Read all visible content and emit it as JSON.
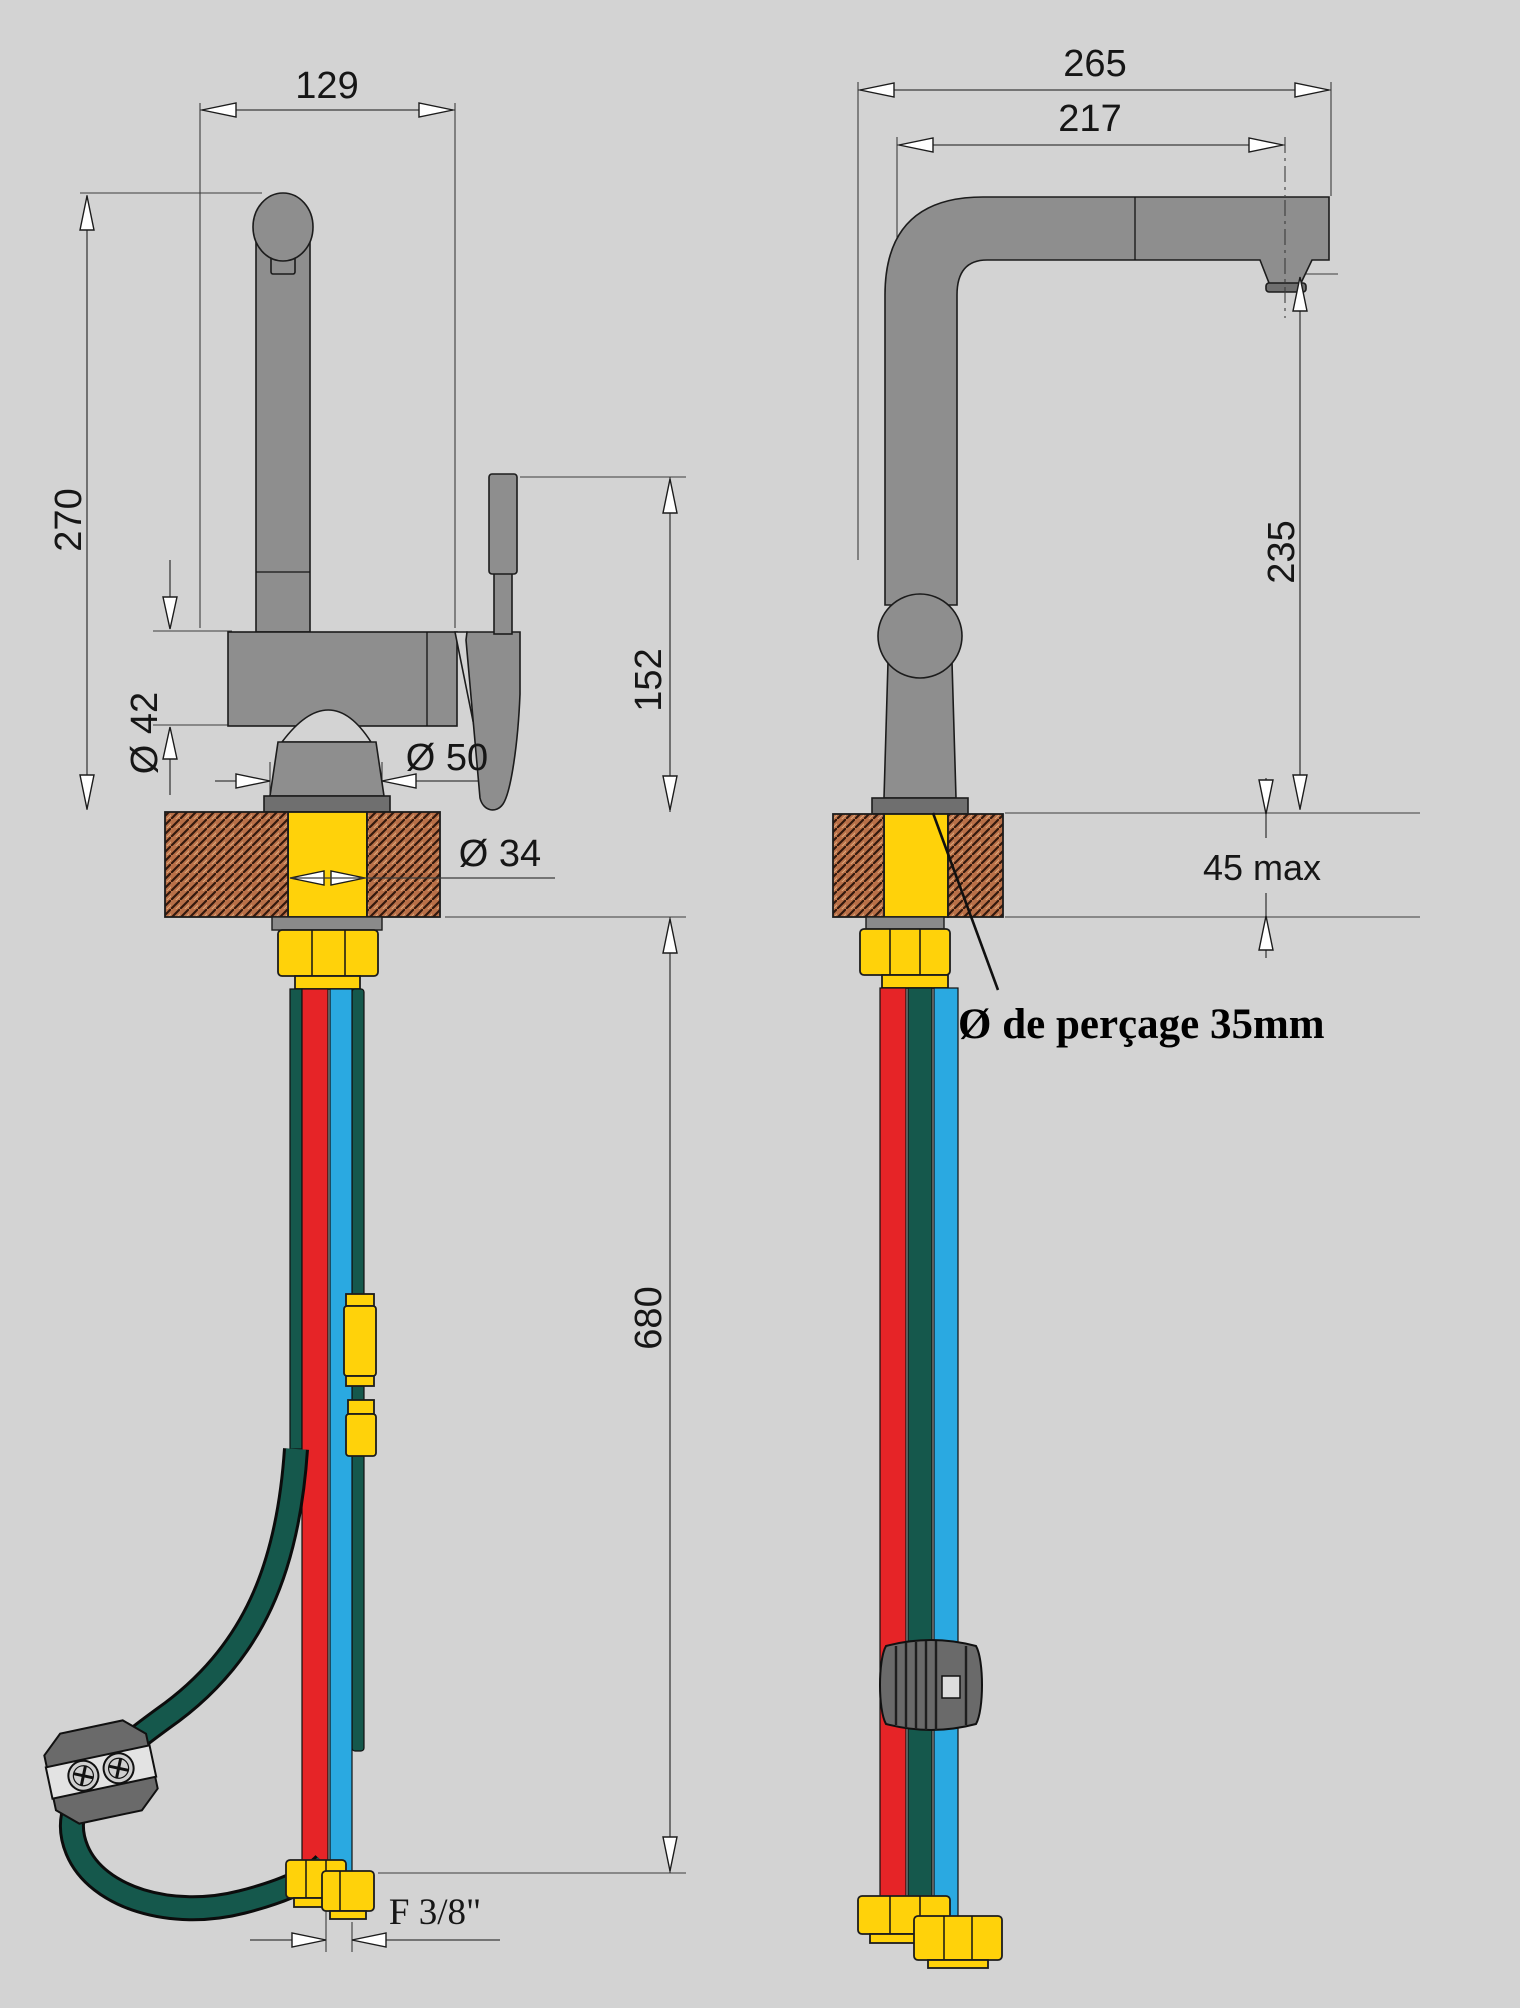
{
  "front_view": {
    "spout_width": "129",
    "spout_height": "270",
    "body_diameter": "Ø 42",
    "base_diameter": "Ø 50",
    "shank_diameter": "Ø 34",
    "handle_to_counter": "152",
    "hose_length": "680",
    "connection_thread": "F 3/8\""
  },
  "side_view": {
    "total_depth": "265",
    "spout_reach": "217",
    "spout_clearance": "235",
    "counter_thickness": "45 max",
    "drill_hole_note": "Ø de perçage 35mm"
  },
  "colors": {
    "background": "#d3d3d3",
    "outline": "#1c1c1c",
    "faucet_gray": "#8e8e8e",
    "flange_gray": "#6f6f6f",
    "washer_gray": "#8a8a8a",
    "counter_wood": "#b97048",
    "brass_yellow": "#ffd20a",
    "hose_red": "#e62427",
    "hose_blue": "#2aa9e1",
    "hose_green": "#15584c",
    "weight_gray": "#6a6a6a"
  }
}
